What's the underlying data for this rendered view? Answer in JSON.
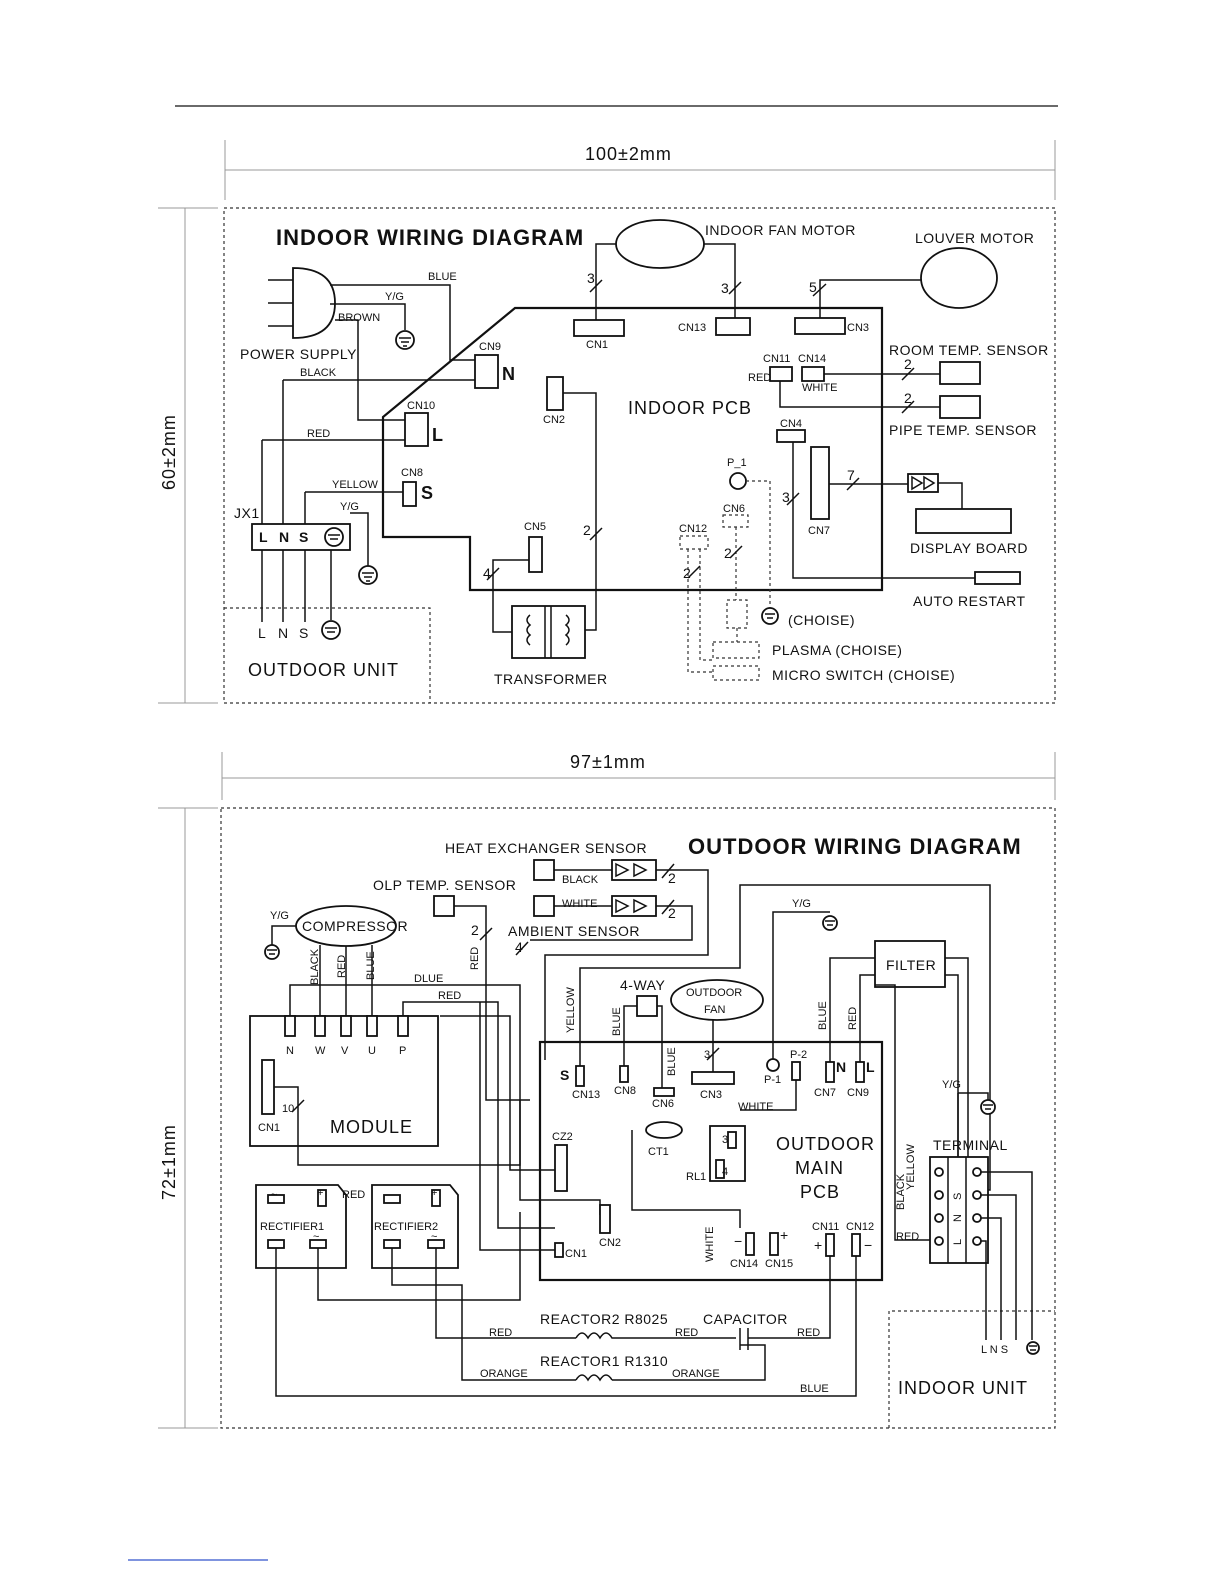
{
  "dimensions": {
    "indoor_width": "100±2mm",
    "indoor_height": "60±2mm",
    "outdoor_width": "97±1mm",
    "outdoor_height": "72±1mm"
  },
  "indoor": {
    "title": "INDOOR WIRING DIAGRAM",
    "pcb": "INDOOR PCB",
    "fan_motor": "INDOOR FAN MOTOR",
    "louver_motor": "LOUVER MOTOR",
    "power_supply": "POWER SUPPLY",
    "room_sensor": "ROOM TEMP. SENSOR",
    "pipe_sensor": "PIPE TEMP. SENSOR",
    "display_board": "DISPLAY BOARD",
    "auto_restart": "AUTO RESTART",
    "choise": "(CHOISE)",
    "plasma": "PLASMA (CHOISE)",
    "micro_switch": "MICRO SWITCH (CHOISE)",
    "transformer": "TRANSFORMER",
    "outdoor_unit": "OUTDOOR UNIT",
    "jx1": "JX1",
    "wire_blue": "BLUE",
    "wire_yg": "Y/G",
    "wire_brown": "BROWN",
    "wire_black": "BLACK",
    "wire_red": "RED",
    "wire_yellow": "YELLOW",
    "wire_white": "WHITE",
    "cn1": "CN1",
    "cn13": "CN13",
    "cn3": "CN3",
    "cn9": "CN9",
    "cn10": "CN10",
    "cn8": "CN8",
    "cn2": "CN2",
    "cn5": "CN5",
    "cn11": "CN11",
    "cn14": "CN14",
    "cn4": "CN4",
    "cn7": "CN7",
    "cn12": "CN12",
    "cn6": "CN6",
    "p1": "P_1",
    "term_n": "N",
    "term_l": "L",
    "term_s": "S",
    "n3": "3",
    "n5": "5",
    "n2": "2",
    "n4": "4",
    "n7": "7"
  },
  "outdoor": {
    "title": "OUTDOOR WIRING DIAGRAM",
    "heat_exchanger": "HEAT EXCHANGER SENSOR",
    "olp_sensor": "OLP TEMP. SENSOR",
    "ambient_sensor": "AMBIENT SENSOR",
    "compressor": "COMPRESSOR",
    "four_way": "4-WAY",
    "outdoor_fan_1": "OUTDOOR",
    "outdoor_fan_2": "FAN",
    "filter": "FILTER",
    "module": "MODULE",
    "pcb_1": "OUTDOOR",
    "pcb_2": "MAIN",
    "pcb_3": "PCB",
    "terminal": "TERMINAL",
    "rectifier1": "RECTIFIER1",
    "rectifier2": "RECTIFIER2",
    "reactor2": "REACTOR2 R8025",
    "reactor1": "REACTOR1 R1310",
    "capacitor": "CAPACITOR",
    "indoor_unit": "INDOOR UNIT",
    "wire_black": "BLACK",
    "wire_white": "WHITE",
    "wire_yg": "Y/G",
    "wire_red": "RED",
    "wire_blue": "BLUE",
    "wire_dlue": "DLUE",
    "wire_yellow": "YELLOW",
    "wire_orange": "ORANGE",
    "mod_n": "N",
    "mod_w": "W",
    "mod_v": "V",
    "mod_u": "U",
    "mod_p": "P",
    "cn1": "CN1",
    "cn13": "CN13",
    "cn8": "CN8",
    "cn6": "CN6",
    "cn3": "CN3",
    "p1": "P-1",
    "p2": "P-2",
    "cn7": "CN7",
    "cn9": "CN9",
    "cz2": "CZ2",
    "ct1": "CT1",
    "rl1": "RL1",
    "cn2": "CN2",
    "cn14": "CN14",
    "cn15": "CN15",
    "cn11": "CN11",
    "cn12": "CN12",
    "s": "S",
    "n": "N",
    "l": "L",
    "n2": "2",
    "n4": "4",
    "n3": "3",
    "n10": "10",
    "n3b": "3",
    "n4b": "4",
    "lns": "L N S"
  }
}
